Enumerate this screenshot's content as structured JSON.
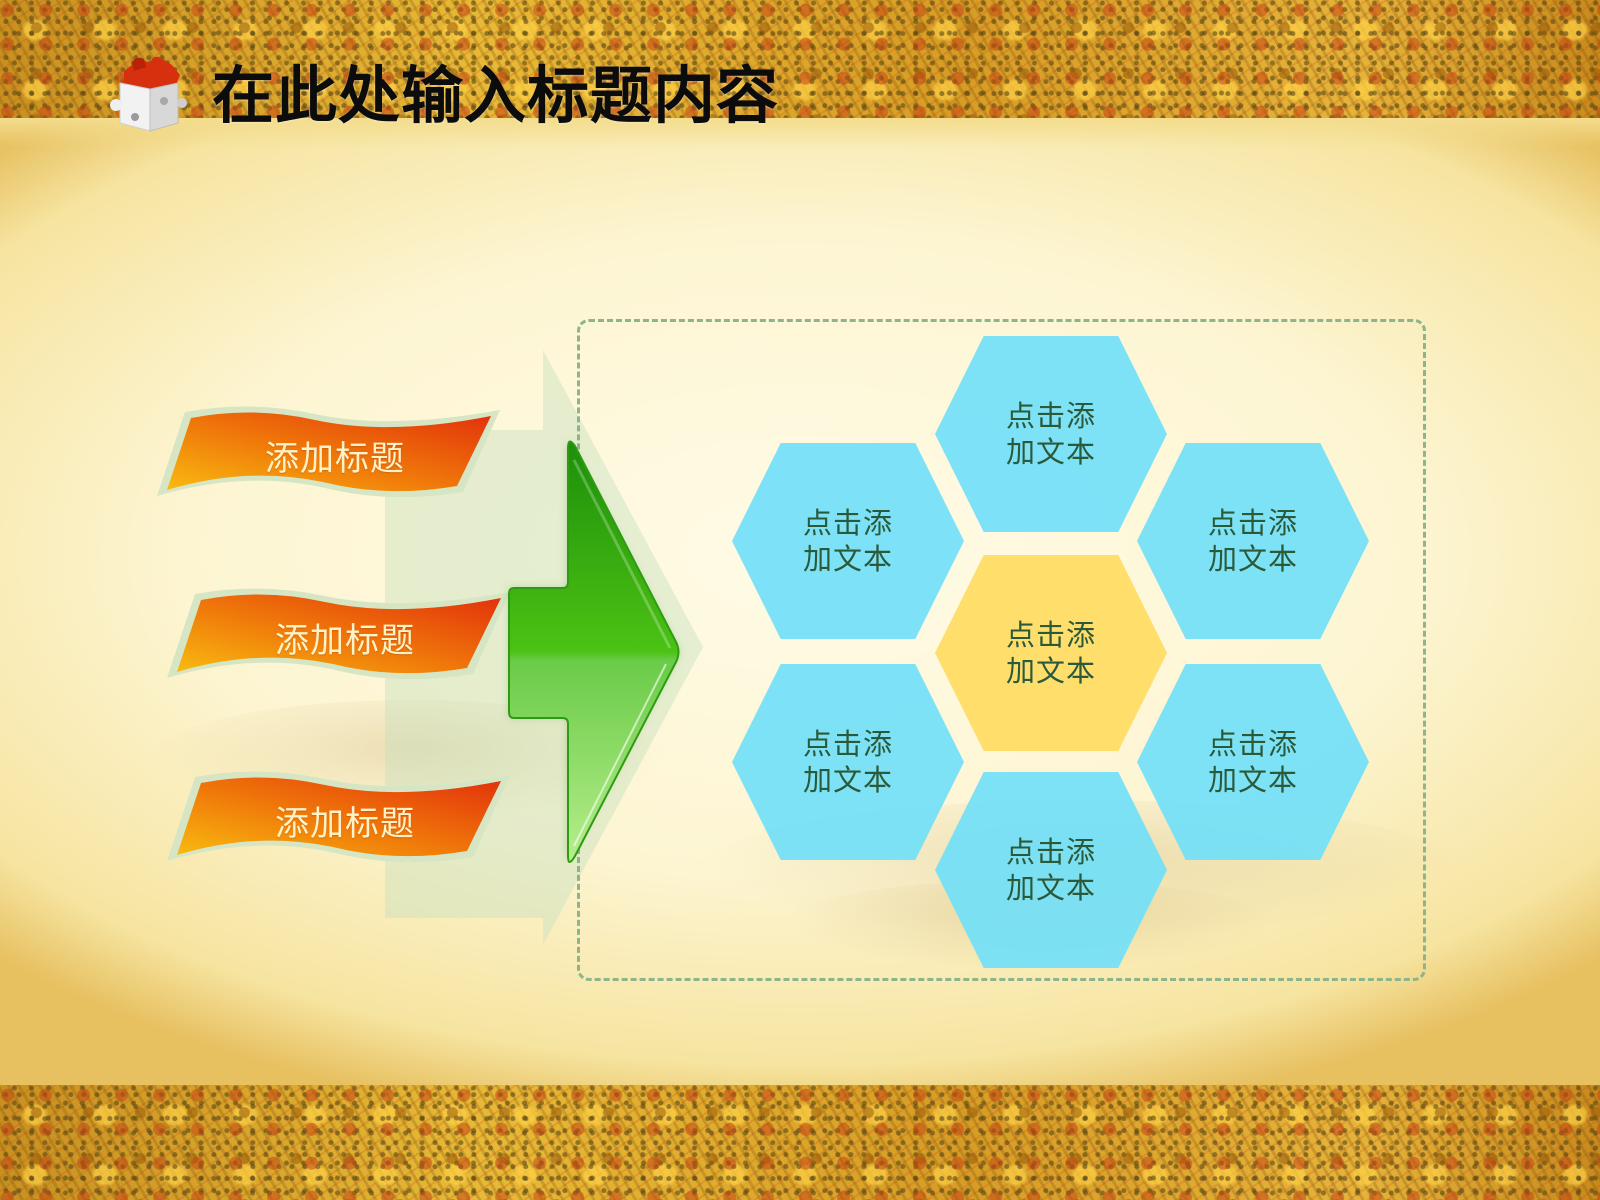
{
  "slide": {
    "title": "在此处输入标题内容",
    "title_icon": "puzzle-cube-icon",
    "colors": {
      "title_text": "#0c0c0c",
      "banner_gradient_start": "#f7b30d",
      "banner_gradient_end": "#e2300b",
      "banner_text": "#fff2c6",
      "arrow_green": "#3aa81a",
      "frame_dash": "#8db48b",
      "hex_blue": "#72e0f8",
      "hex_yellow": "#ffdd68",
      "hex_text": "#2b5a3b"
    }
  },
  "banners": [
    {
      "label": "添加标题"
    },
    {
      "label": "添加标题"
    },
    {
      "label": "添加标题"
    }
  ],
  "arrow": {
    "icon": "green-right-arrow-icon"
  },
  "hexagons": {
    "top": {
      "label": "点击添加文本"
    },
    "upper_left": {
      "label": "点击添加文本"
    },
    "upper_right": {
      "label": "点击添加文本"
    },
    "center": {
      "label": "点击添加文本"
    },
    "lower_left": {
      "label": "点击添加文本"
    },
    "lower_right": {
      "label": "点击添加文本"
    },
    "bottom": {
      "label": "点击添加文本"
    }
  }
}
